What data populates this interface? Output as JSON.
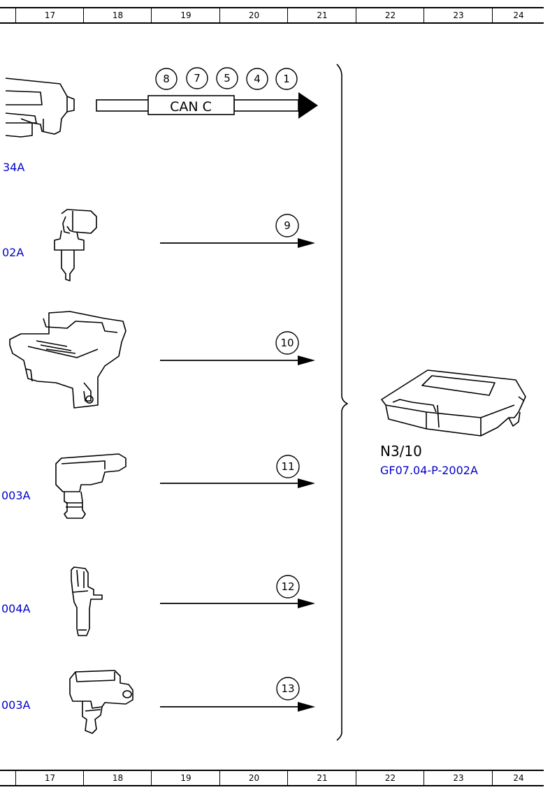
{
  "ruler": {
    "columns": [
      "17",
      "18",
      "19",
      "20",
      "21",
      "22",
      "23",
      "24"
    ]
  },
  "diagram": {
    "bus_label": "CAN C",
    "bus_numbers": [
      "8",
      "7",
      "5",
      "4",
      "1"
    ],
    "signal_numbers": [
      "9",
      "10",
      "11",
      "12",
      "13"
    ],
    "left_links": [
      "34A",
      "02A",
      "003A",
      "004A",
      "003A"
    ],
    "target": {
      "code": "N3/10",
      "link": "GF07.04-P-2002A"
    }
  }
}
